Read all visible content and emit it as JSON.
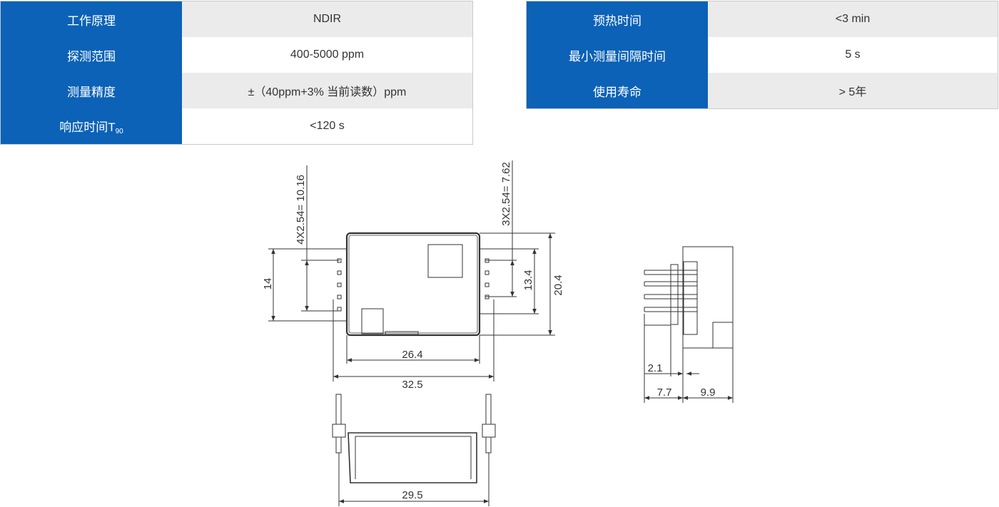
{
  "spec_left": [
    {
      "label": "工作原理",
      "value": "NDIR"
    },
    {
      "label": "探测范围",
      "value": "400-5000 ppm"
    },
    {
      "label": "测量精度",
      "value": "±（40ppm+3% 当前读数）ppm"
    },
    {
      "label": "响应时间T",
      "label_sub": "90",
      "value": "<120 s"
    }
  ],
  "spec_right": [
    {
      "label": "预热时间",
      "value": "<3 min"
    },
    {
      "label": "最小测量间隔时间",
      "value": "5 s"
    },
    {
      "label": "使用寿命",
      "value": "> 5年"
    }
  ],
  "drawing": {
    "dim_pitch_left": "4X2.54= 10.16",
    "dim_pitch_right": "3X2.54= 7.62",
    "dim_14": "14",
    "dim_13_4": "13.4",
    "dim_20_4": "20.4",
    "dim_26_4": "26.4",
    "dim_32_5": "32.5",
    "dim_29_5": "29.5",
    "dim_2_1": "2.1",
    "dim_7_7": "7.7",
    "dim_9_9": "9.9"
  }
}
